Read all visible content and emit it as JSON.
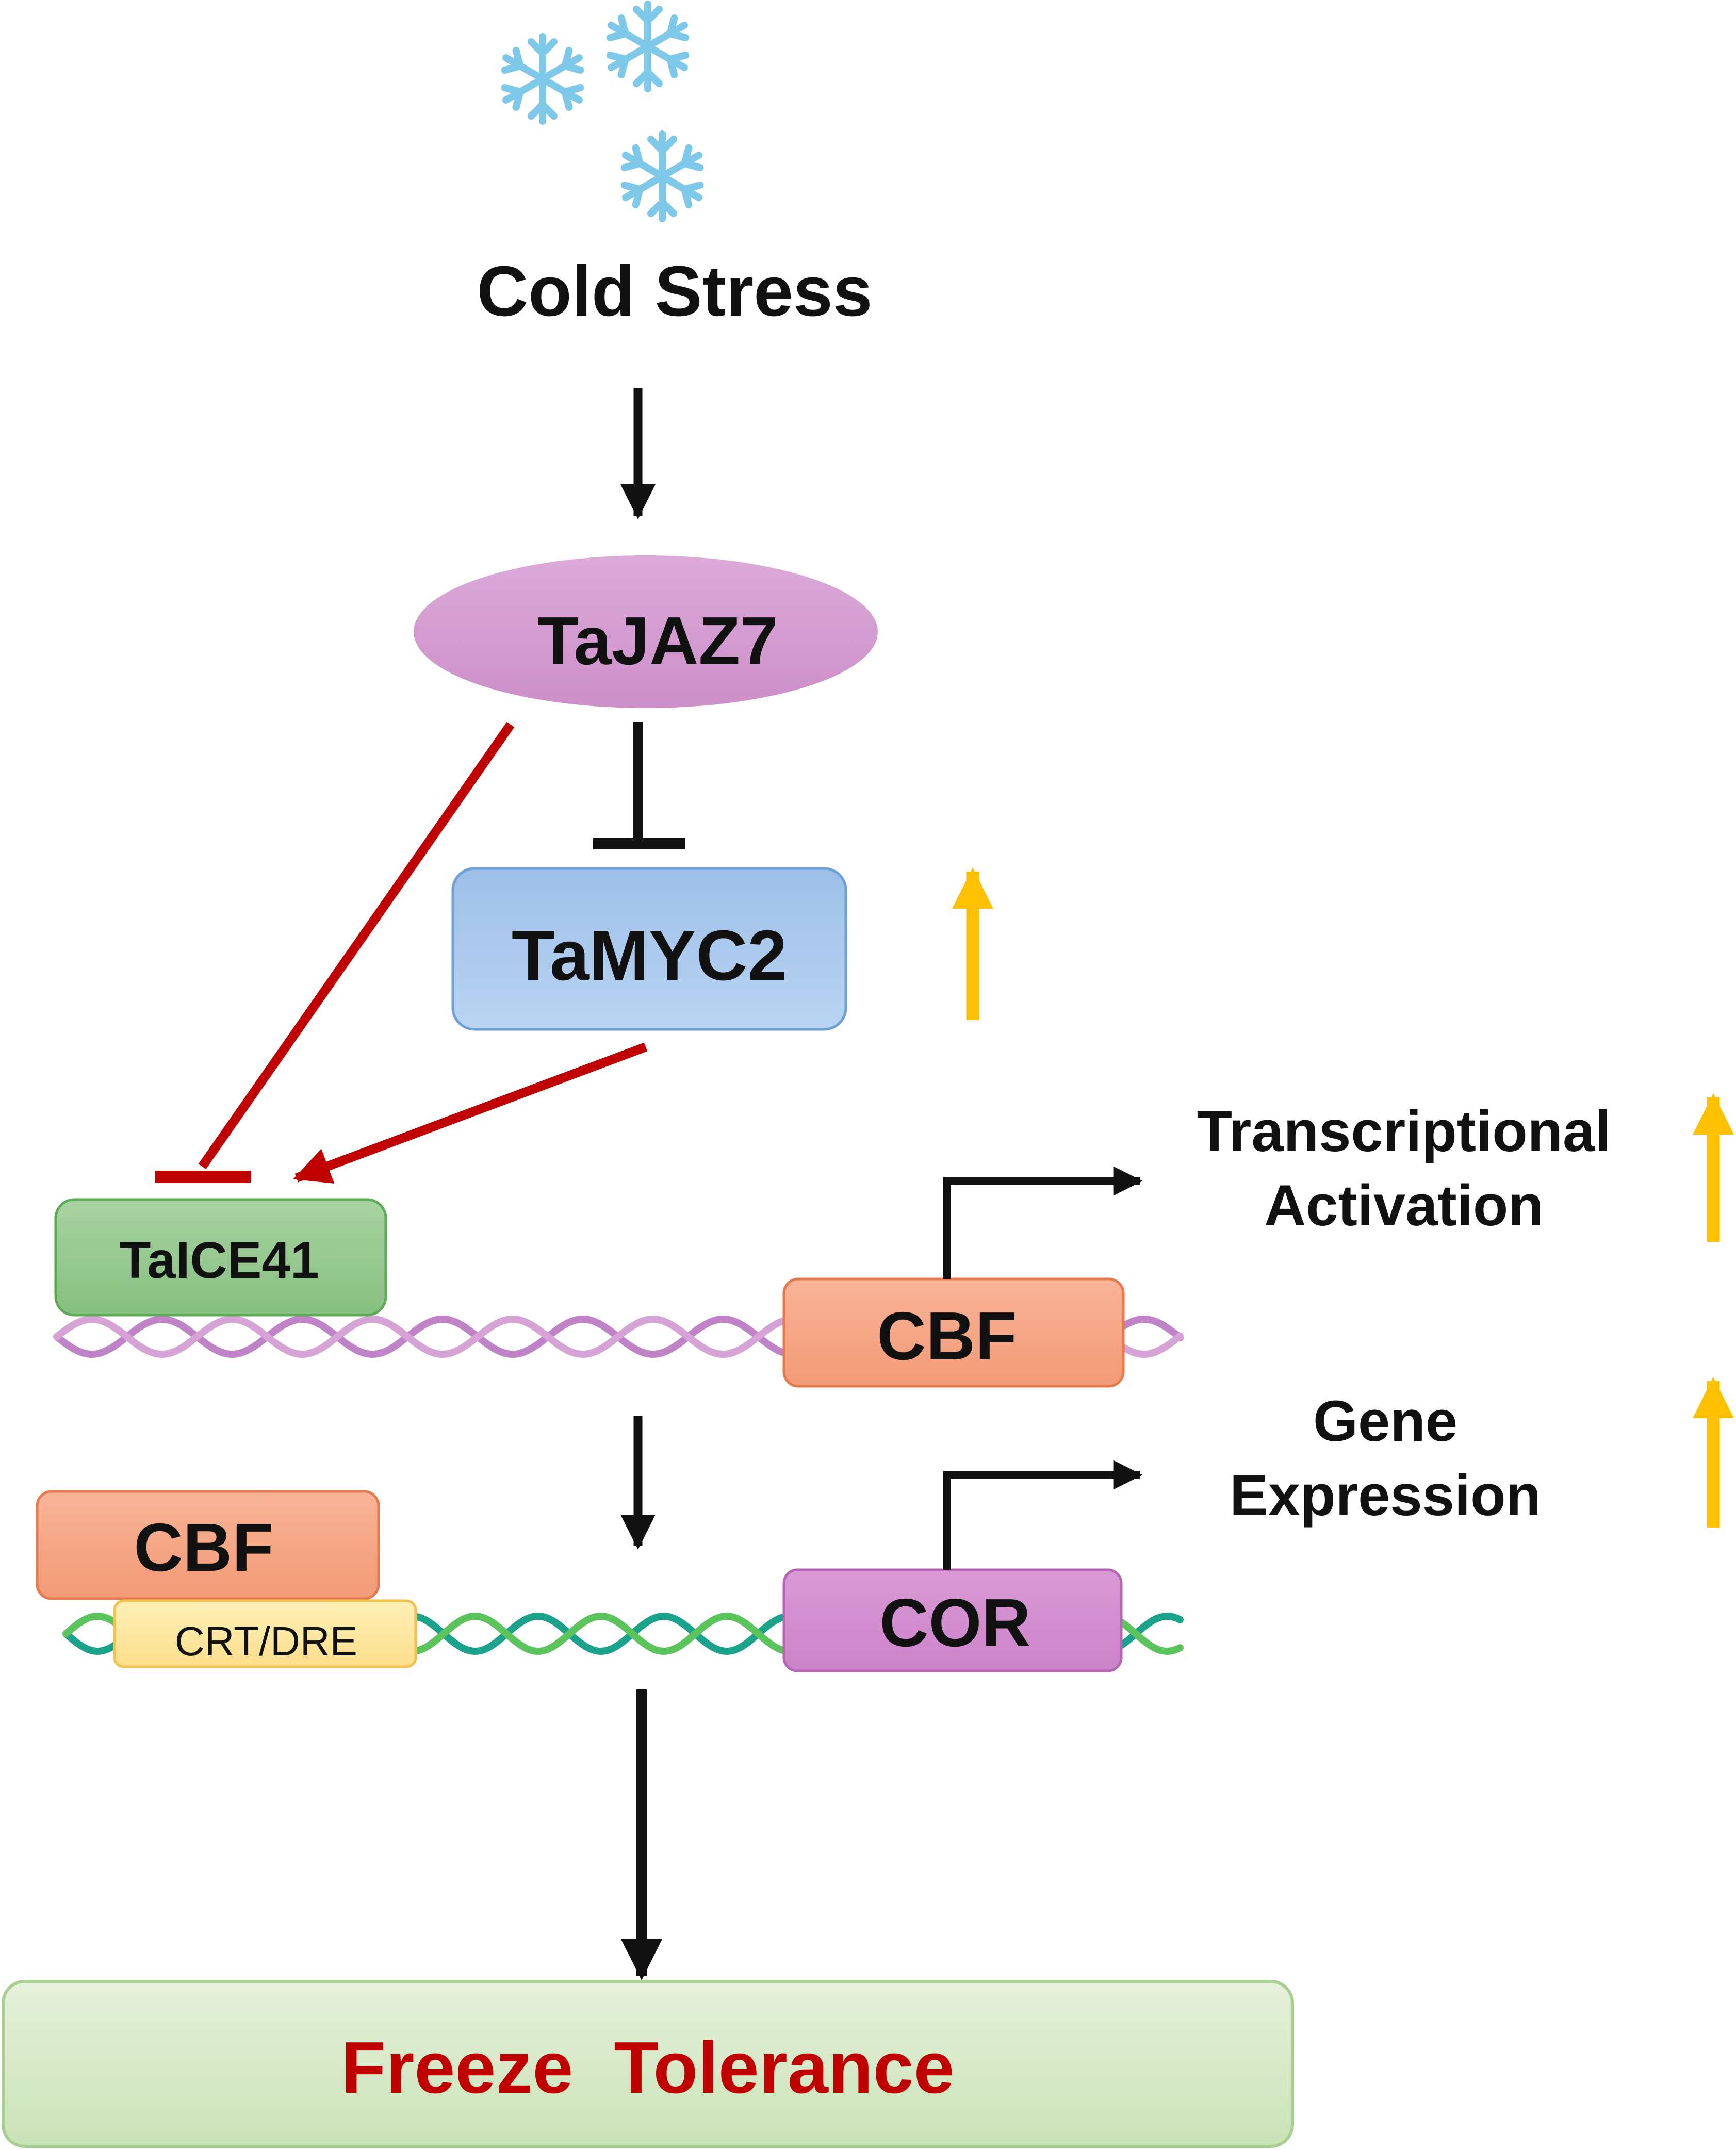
{
  "title": "Cold Stress",
  "nodes": {
    "tajaz7": "TaJAZ7",
    "tamyc2": "TaMYC2",
    "taice41": "TaICE41",
    "cbf_gene": "CBF",
    "cbf_protein": "CBF",
    "crt_dre": "CRT/DRE",
    "cor": "COR",
    "outcome": "Freeze  Tolerance"
  },
  "annotations": {
    "transcriptional_line1": "Transcriptional",
    "transcriptional_line2": "Activation",
    "gene_line1": "Gene",
    "gene_line2": "Expression"
  },
  "colors": {
    "tajaz7_fill": "#d39bd0",
    "tamyc2_fill": "#a9c8ec",
    "taice41_fill": "#8fc68a",
    "cbf_fill": "#f5a585",
    "cor_fill": "#d48fd0",
    "crt_fill": "#fde6a0",
    "outcome_fill": "#d5e8c8",
    "outcome_text": "#c00000",
    "inhibition_red": "#c00000",
    "up_arrow": "#ffc000",
    "snowflake": "#7ec8ea",
    "dna1_a": "#c183c8",
    "dna1_b": "#d6a3d6",
    "dna2_a": "#1aa28a",
    "dna2_b": "#5cc45c"
  }
}
